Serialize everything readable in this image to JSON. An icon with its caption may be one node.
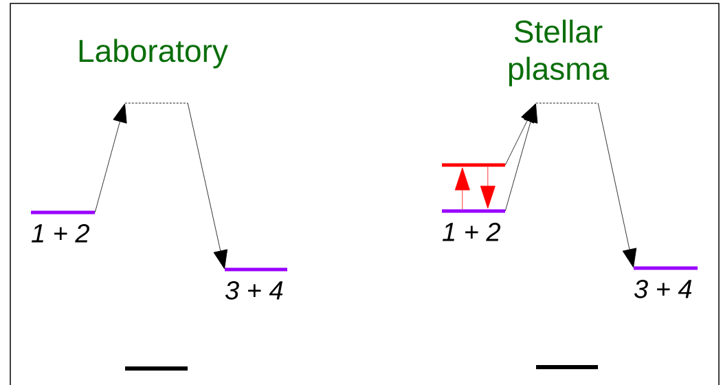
{
  "diagram": {
    "nodes": [
      {
        "text": [
          "1 + 2"
        ]
      },
      {
        "text": [],
        "shape": "bar"
      },
      {
        "text": [
          "3 + 4"
        ]
      },
      {
        "text": [],
        "shape": "bar"
      },
      {
        "text": [
          "1 + 2"
        ]
      },
      {
        "text": [],
        "shape": "bar"
      },
      {
        "text": [
          "3 + 4"
        ]
      }
    ],
    "edges": [
      {
        "from": 0,
        "to": 1,
        "arrow": "to"
      },
      {
        "from": 1,
        "to": 2,
        "arrow": "to"
      },
      {
        "from": 4,
        "to": 3,
        "arrow": "to",
        "color": "#ff0000"
      },
      {
        "from": 3,
        "to": 4,
        "arrow": "to",
        "color": "#ff0000"
      },
      {
        "from": 3,
        "to": 5,
        "arrow": "to"
      },
      {
        "from": 4,
        "to": 5,
        "arrow": "to"
      },
      {
        "from": 5,
        "to": 6,
        "arrow": "to"
      }
    ],
    "labels": [
      "Laboratory",
      "Stellar plasma"
    ]
  }
}
